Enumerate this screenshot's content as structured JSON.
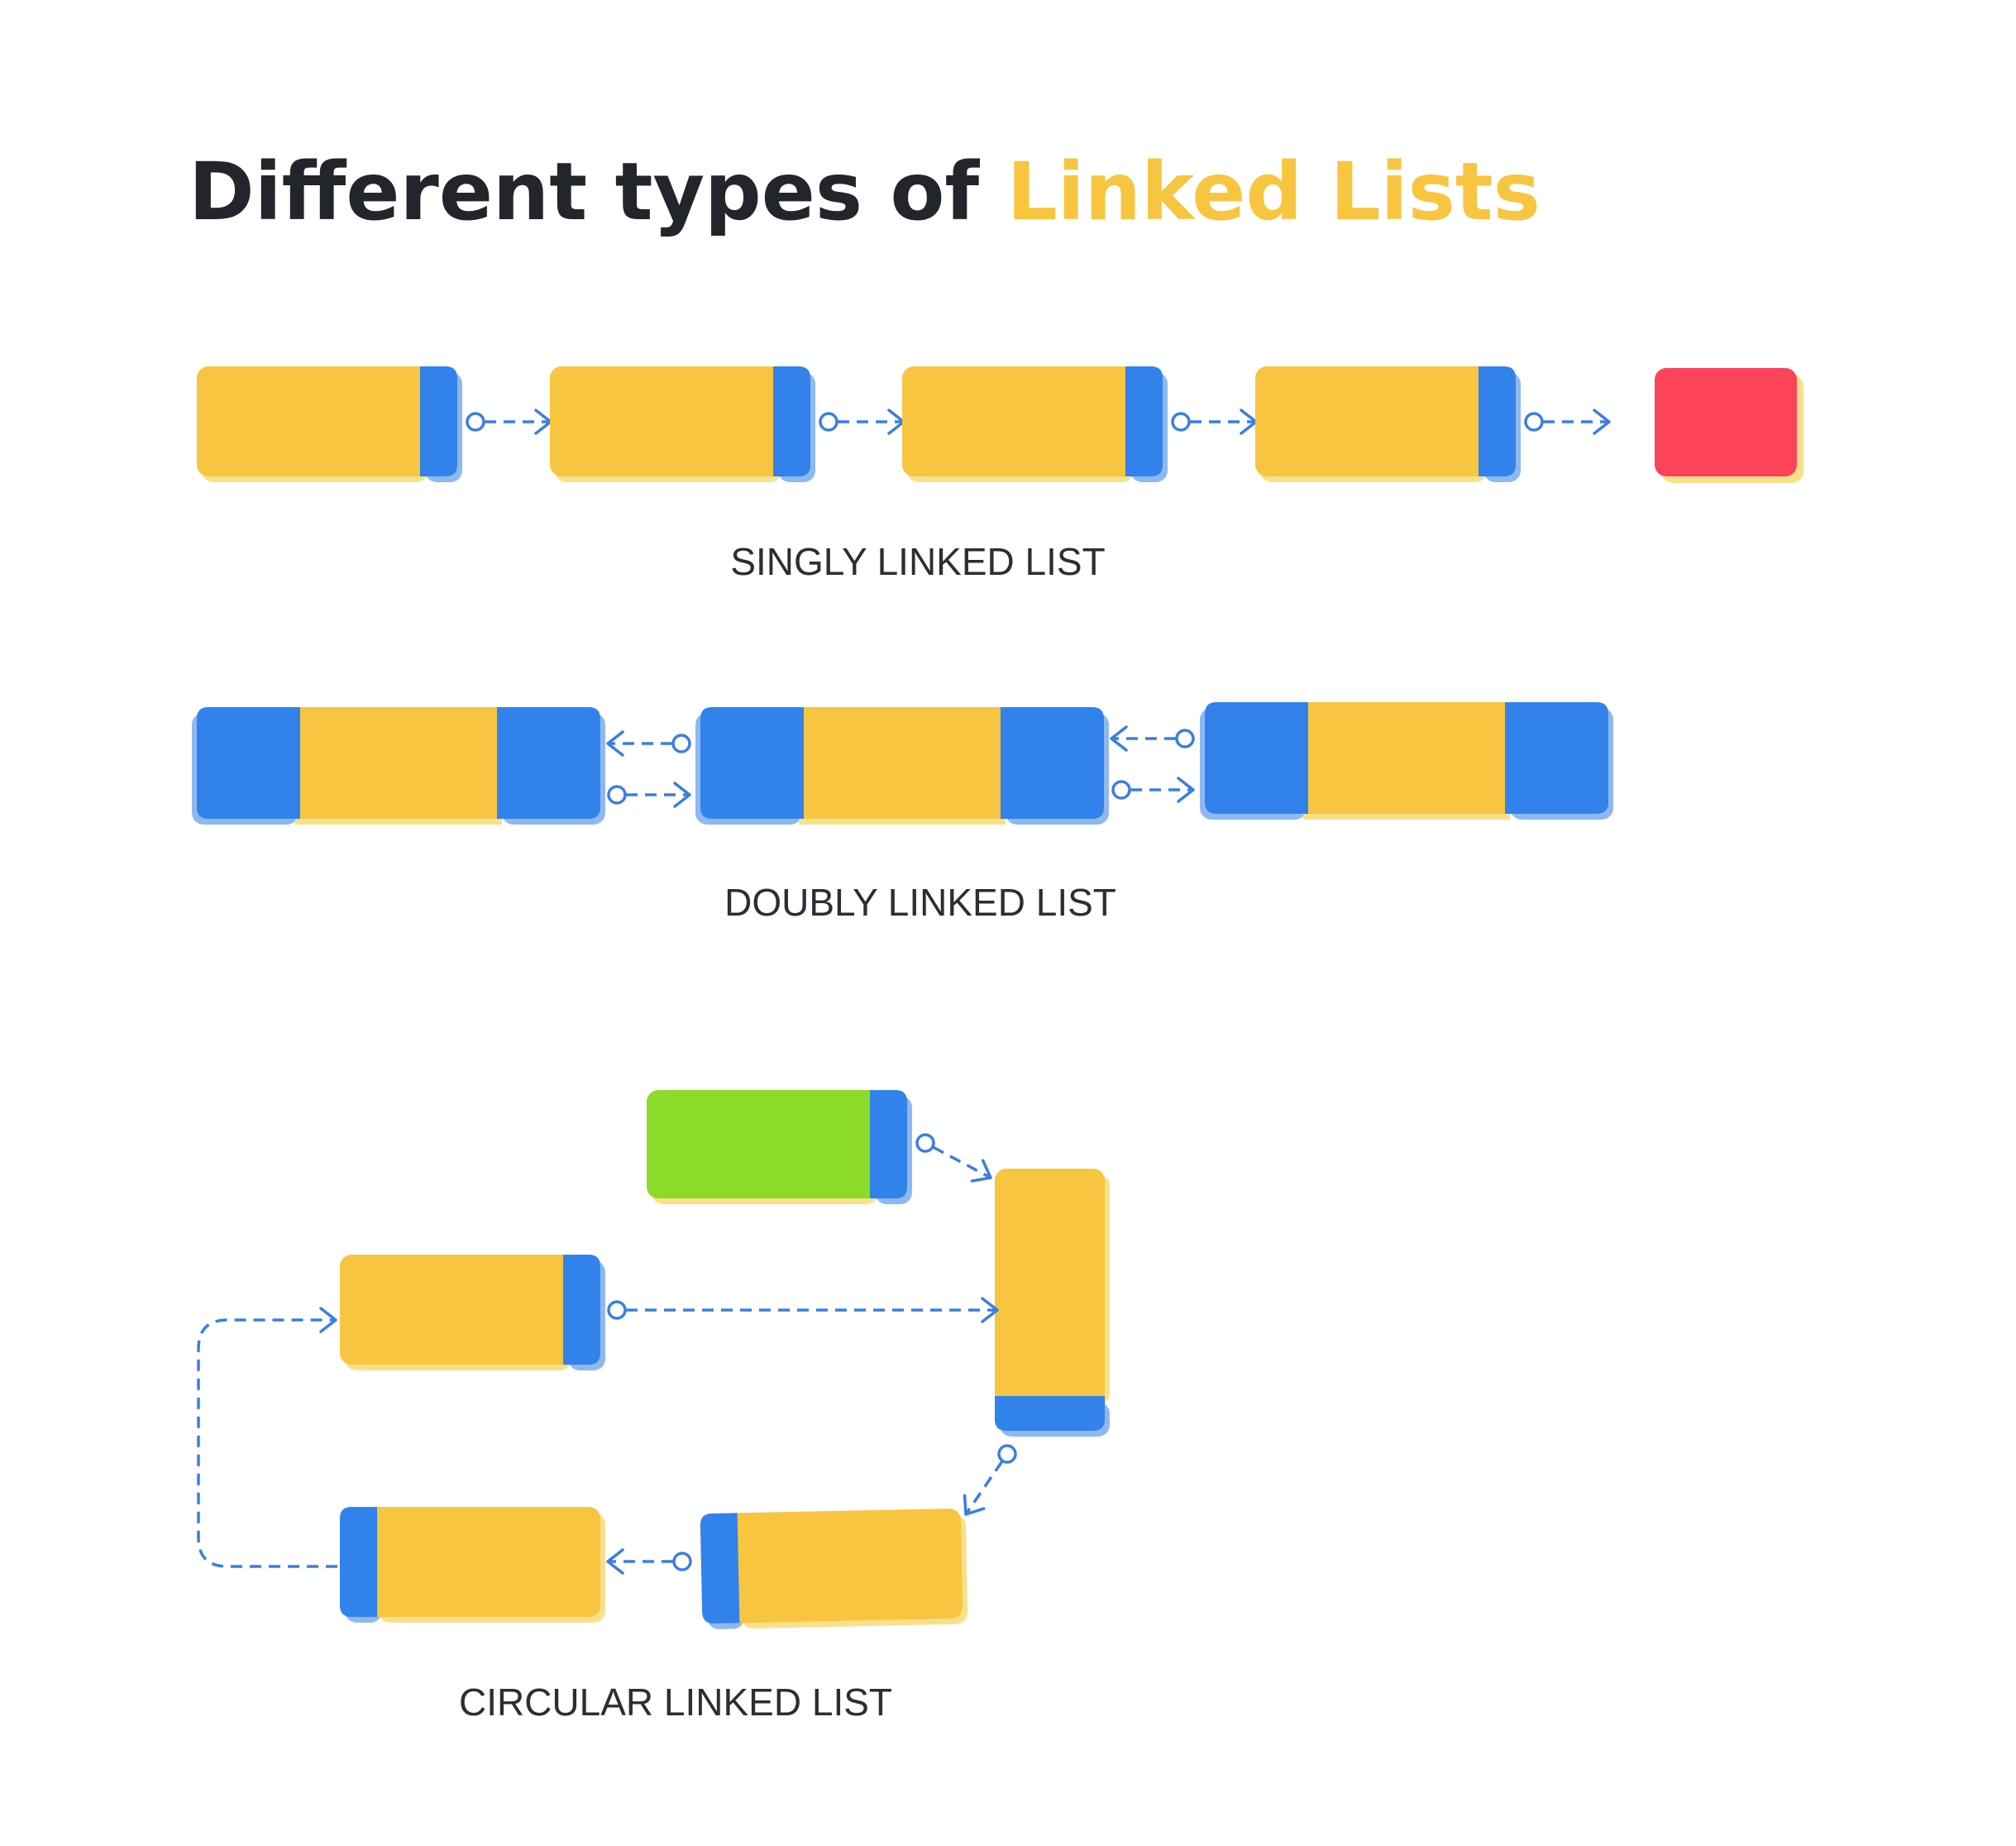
{
  "title": {
    "prefix": "Different types of ",
    "highlight": "Linked Lists"
  },
  "sections": {
    "singly": {
      "caption": "SINGLY LINKED LIST"
    },
    "doubly": {
      "caption": "DOUBLY LINKED LIST"
    },
    "circular": {
      "caption": "CIRCULAR LINKED LIST"
    }
  },
  "colors": {
    "title_dark": "#22252b",
    "title_accent": "#f8c541",
    "caption": "#2b2e34",
    "node_data": "#f8c541",
    "node_data_shadow": "#fbe08a",
    "node_pointer": "#3182ea",
    "node_pointer_shadow": "#8db8f2",
    "null_node": "#fd4359",
    "head_node": "#8cdb2a",
    "connector": "#3a7fe0"
  }
}
